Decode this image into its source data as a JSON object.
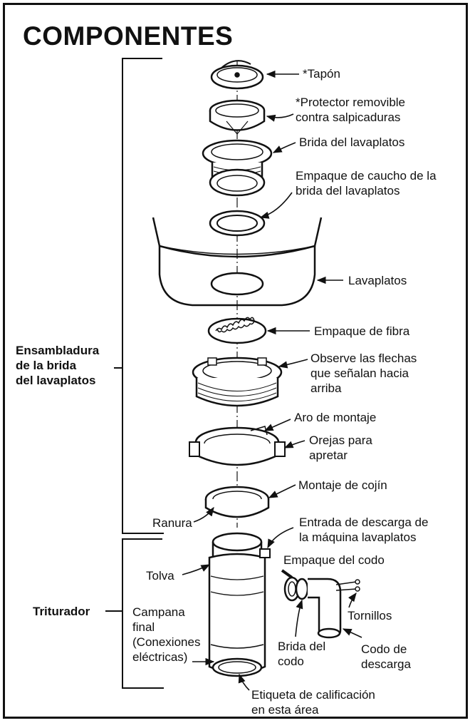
{
  "title": "COMPONENTES",
  "groups": {
    "sink_flange_assembly": [
      "Ensambladura",
      "de la brida",
      "del lavaplatos"
    ],
    "disposer": "Triturador"
  },
  "labels": {
    "stopper": "*Tapón",
    "splash_guard": [
      "*Protector removible",
      "contra salpicaduras"
    ],
    "sink_flange": "Brida del lavaplatos",
    "rubber_gasket": [
      "Empaque de caucho de la",
      "brida del lavaplatos"
    ],
    "sink": "Lavaplatos",
    "fiber_gasket": "Empaque de fibra",
    "arrows_note": [
      "Observe las flechas",
      "que señalan hacia",
      "arriba"
    ],
    "mounting_ring": "Aro de montaje",
    "tightening_ears": [
      "Orejas para",
      "apretar"
    ],
    "cushion_mount": "Montaje de cojín",
    "groove": "Ranura",
    "dishwasher_inlet": [
      "Entrada de descarga de",
      "la máquina lavaplatos"
    ],
    "elbow_gasket": "Empaque del codo",
    "hopper": "Tolva",
    "screws": "Tornillos",
    "end_bell": [
      "Campana",
      "final",
      "(Conexiones",
      "eléctricas)"
    ],
    "elbow_flange": [
      "Brida del",
      "codo"
    ],
    "discharge_elbow": [
      "Codo de",
      "descarga"
    ],
    "rating_label": [
      "Etiqueta de calificación",
      "en esta área"
    ]
  }
}
